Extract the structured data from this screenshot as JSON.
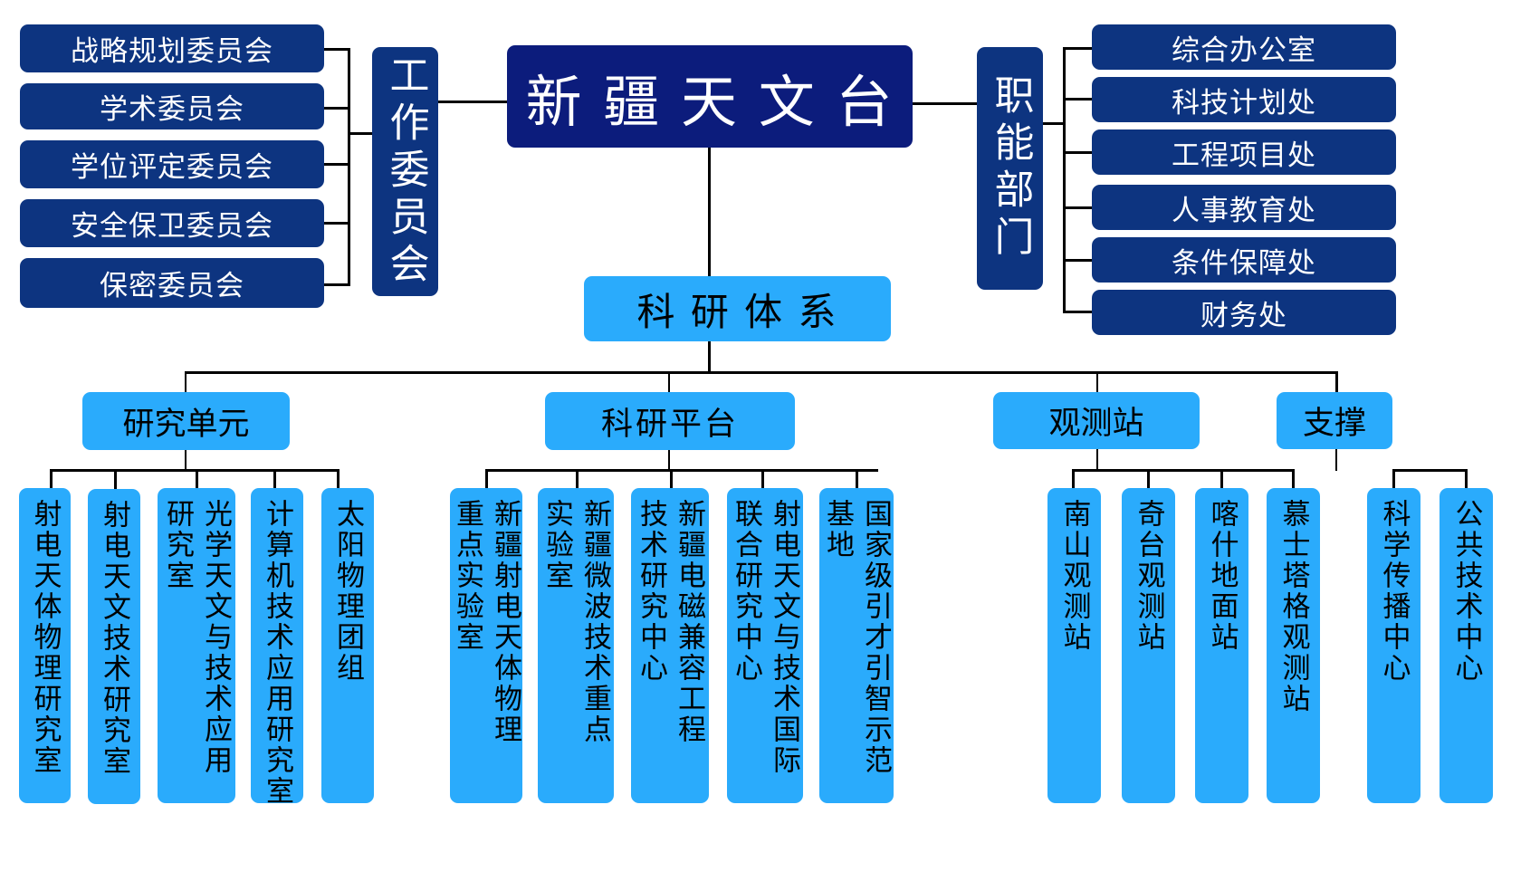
{
  "root": {
    "label": "新 疆 天 文 台"
  },
  "committee_group": {
    "label": "工作委员会",
    "items": [
      "战略规划委员会",
      "学术委员会",
      "学位评定委员会",
      "安全保卫委员会",
      "保密委员会"
    ]
  },
  "functional_group": {
    "label": "职能部门",
    "items": [
      "综合办公室",
      "科技计划处",
      "工程项目处",
      "人事教育处",
      "条件保障处",
      "财务处"
    ]
  },
  "research_system": {
    "label": "科 研 体 系",
    "categories": [
      {
        "label": "研究单元",
        "items": [
          "射电天体物理研究室",
          "射电天文技术研究室",
          "光学天文与技术应用\n研究室",
          "计算机技术应用研究室",
          "太阳物理团组"
        ]
      },
      {
        "label": "科研平台",
        "items": [
          "新疆射电天体物理\n重点实验室",
          "新疆微波技术重点\n实验室",
          "新疆电磁兼容工程\n技术研究中心",
          "射电天文与技术国际\n联合研究中心",
          "国家级引才引智示范\n基地"
        ]
      },
      {
        "label": "观测站",
        "items": [
          "南山观测站",
          "奇台观测站",
          "喀什地面站",
          "慕士塔格观测站"
        ]
      },
      {
        "label": "支撑",
        "items": [
          "科学传播中心",
          "公共技术中心"
        ]
      }
    ]
  },
  "colors": {
    "root": "#0c1c7c",
    "dark_box": "#0d3480",
    "light_box": "#2aabfc",
    "connector": "#000000"
  }
}
